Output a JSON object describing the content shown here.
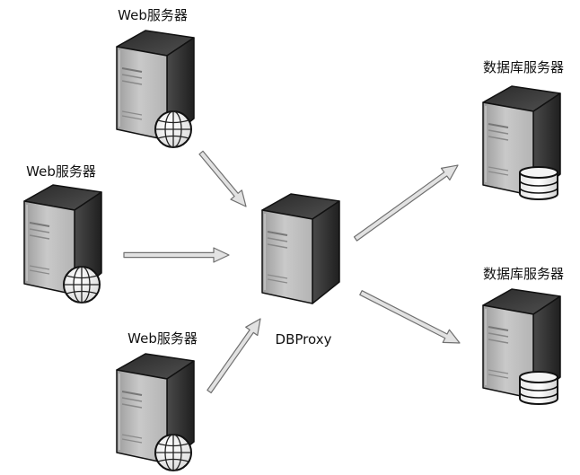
{
  "labels": {
    "web_server_top": "Web服务器",
    "web_server_mid": "Web服务器",
    "web_server_bottom": "Web服务器",
    "proxy": "DBProxy",
    "db_server_top": "数据库服务器",
    "db_server_bottom": "数据库服务器"
  },
  "icons": {
    "web_server": "server-with-globe-icon",
    "proxy": "server-icon",
    "db_server": "server-with-database-icon"
  },
  "colors": {
    "server_dark": "#3a3a3a",
    "server_light": "#bdbdbd",
    "arrow_fill": "#e2e2e2",
    "arrow_stroke": "#707070"
  }
}
